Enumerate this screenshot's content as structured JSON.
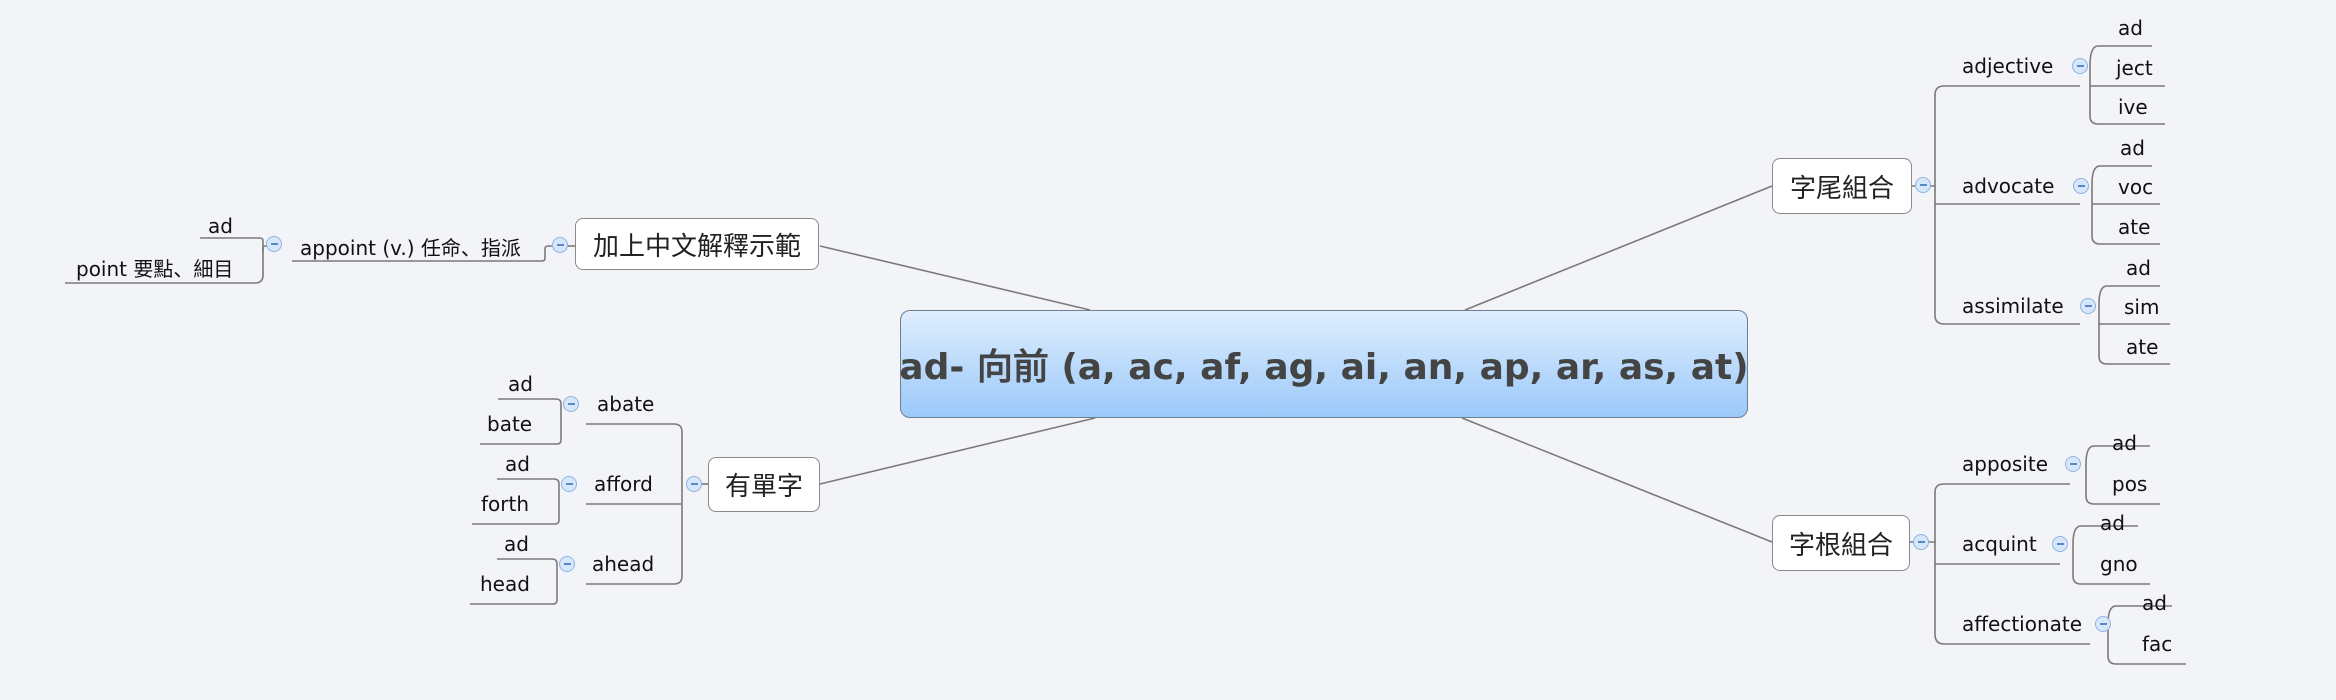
{
  "root": {
    "title": "ad- 向前 (a, ac, af, ag, ai, an, ap, ar, as, at)"
  },
  "left_top": {
    "topic": "加上中文解釋示範",
    "child": "appoint (v.) 任命、指派",
    "parts": [
      "ad",
      "point 要點、細目"
    ]
  },
  "left_bottom": {
    "topic": "有單字",
    "words": [
      {
        "word": "abate",
        "parts": [
          "ad",
          "bate"
        ]
      },
      {
        "word": "afford",
        "parts": [
          "ad",
          "forth"
        ]
      },
      {
        "word": "ahead",
        "parts": [
          "ad",
          "head"
        ]
      }
    ]
  },
  "right_top": {
    "topic": "字尾組合",
    "words": [
      {
        "word": "adjective",
        "parts": [
          "ad",
          "ject",
          "ive"
        ]
      },
      {
        "word": "advocate",
        "parts": [
          "ad",
          "voc",
          "ate"
        ]
      },
      {
        "word": "assimilate",
        "parts": [
          "ad",
          "sim",
          "ate"
        ]
      }
    ]
  },
  "right_bottom": {
    "topic": "字根組合",
    "words": [
      {
        "word": "apposite",
        "parts": [
          "ad",
          "pos"
        ]
      },
      {
        "word": "acquint",
        "parts": [
          "ad",
          "gno"
        ]
      },
      {
        "word": "affectionate",
        "parts": [
          "ad",
          "fac"
        ]
      }
    ]
  },
  "colors": {
    "line": "#7a7a7a",
    "root_fill": "#b6d7fb",
    "collapse": "#d7e7fb"
  },
  "icons": {
    "collapse": "collapse-minus-icon"
  }
}
